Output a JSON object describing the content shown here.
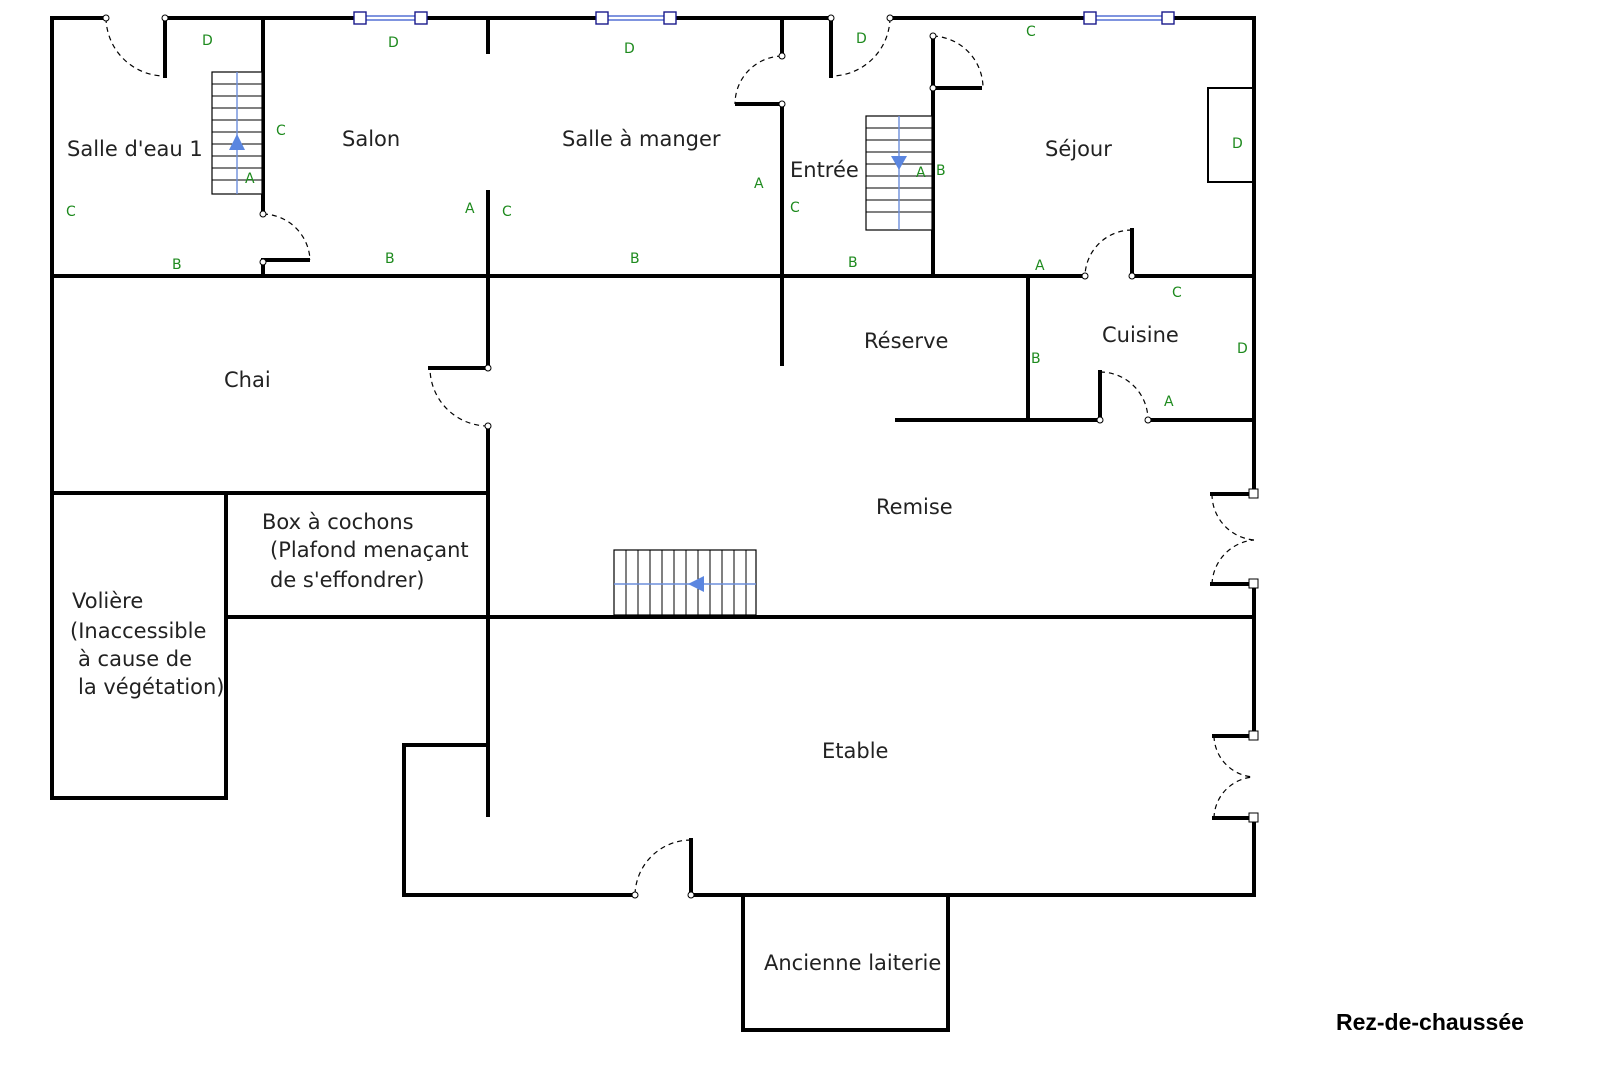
{
  "plan": {
    "title": "Rez-de-chaussée",
    "rooms": {
      "salle_deau": [
        "Salle d'eau 1"
      ],
      "salon": [
        "Salon"
      ],
      "salle_a_manger": [
        "Salle à manger"
      ],
      "entree": [
        "Entrée"
      ],
      "sejour": [
        "Séjour"
      ],
      "chai": [
        "Chai"
      ],
      "reserve": [
        "Réserve"
      ],
      "cuisine": [
        "Cuisine"
      ],
      "remise": [
        "Remise"
      ],
      "box_cochons": [
        "Box à cochons",
        "(Plafond menaçant",
        "de s'effondrer)"
      ],
      "voliere": [
        "Volière",
        "(Inaccessible",
        "à cause de",
        "la végétation)"
      ],
      "etable": [
        "Etable"
      ],
      "laiterie": [
        "Ancienne laiterie"
      ]
    },
    "wall_letters": {
      "A": "A",
      "B": "B",
      "C": "C",
      "D": "D"
    }
  }
}
